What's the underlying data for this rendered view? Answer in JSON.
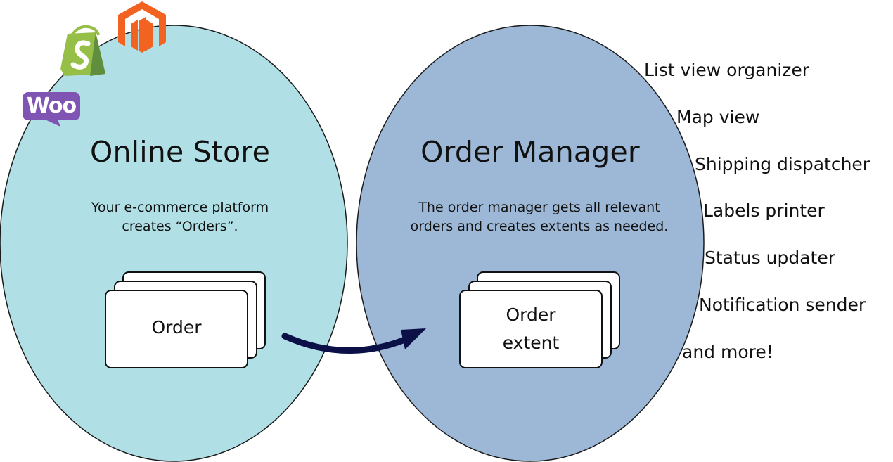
{
  "online_store": {
    "title": "Online Store",
    "description_line1": "Your e-commerce platform",
    "description_line2": "creates “Orders”.",
    "card_label": "Order",
    "logos": [
      "shopify-logo",
      "magento-logo",
      "woocommerce-logo"
    ],
    "woo_text": "Woo"
  },
  "order_manager": {
    "title": "Order Manager",
    "description_line1": "The order manager gets all relevant",
    "description_line2": "orders and creates extents as needed.",
    "card_line1": "Order",
    "card_line2": "extent"
  },
  "features": [
    "List view organizer",
    "Map view",
    "Shipping dispatcher",
    "Labels printer",
    "Status updater",
    "Notification sender",
    "and more!"
  ],
  "colors": {
    "store_ellipse": "#b0e0e6",
    "manager_ellipse": "#9db8d6",
    "arrow": "#0b1046",
    "shopify_green": "#95bf47",
    "magento_orange": "#f26322",
    "woo_purple": "#7f54b3"
  }
}
